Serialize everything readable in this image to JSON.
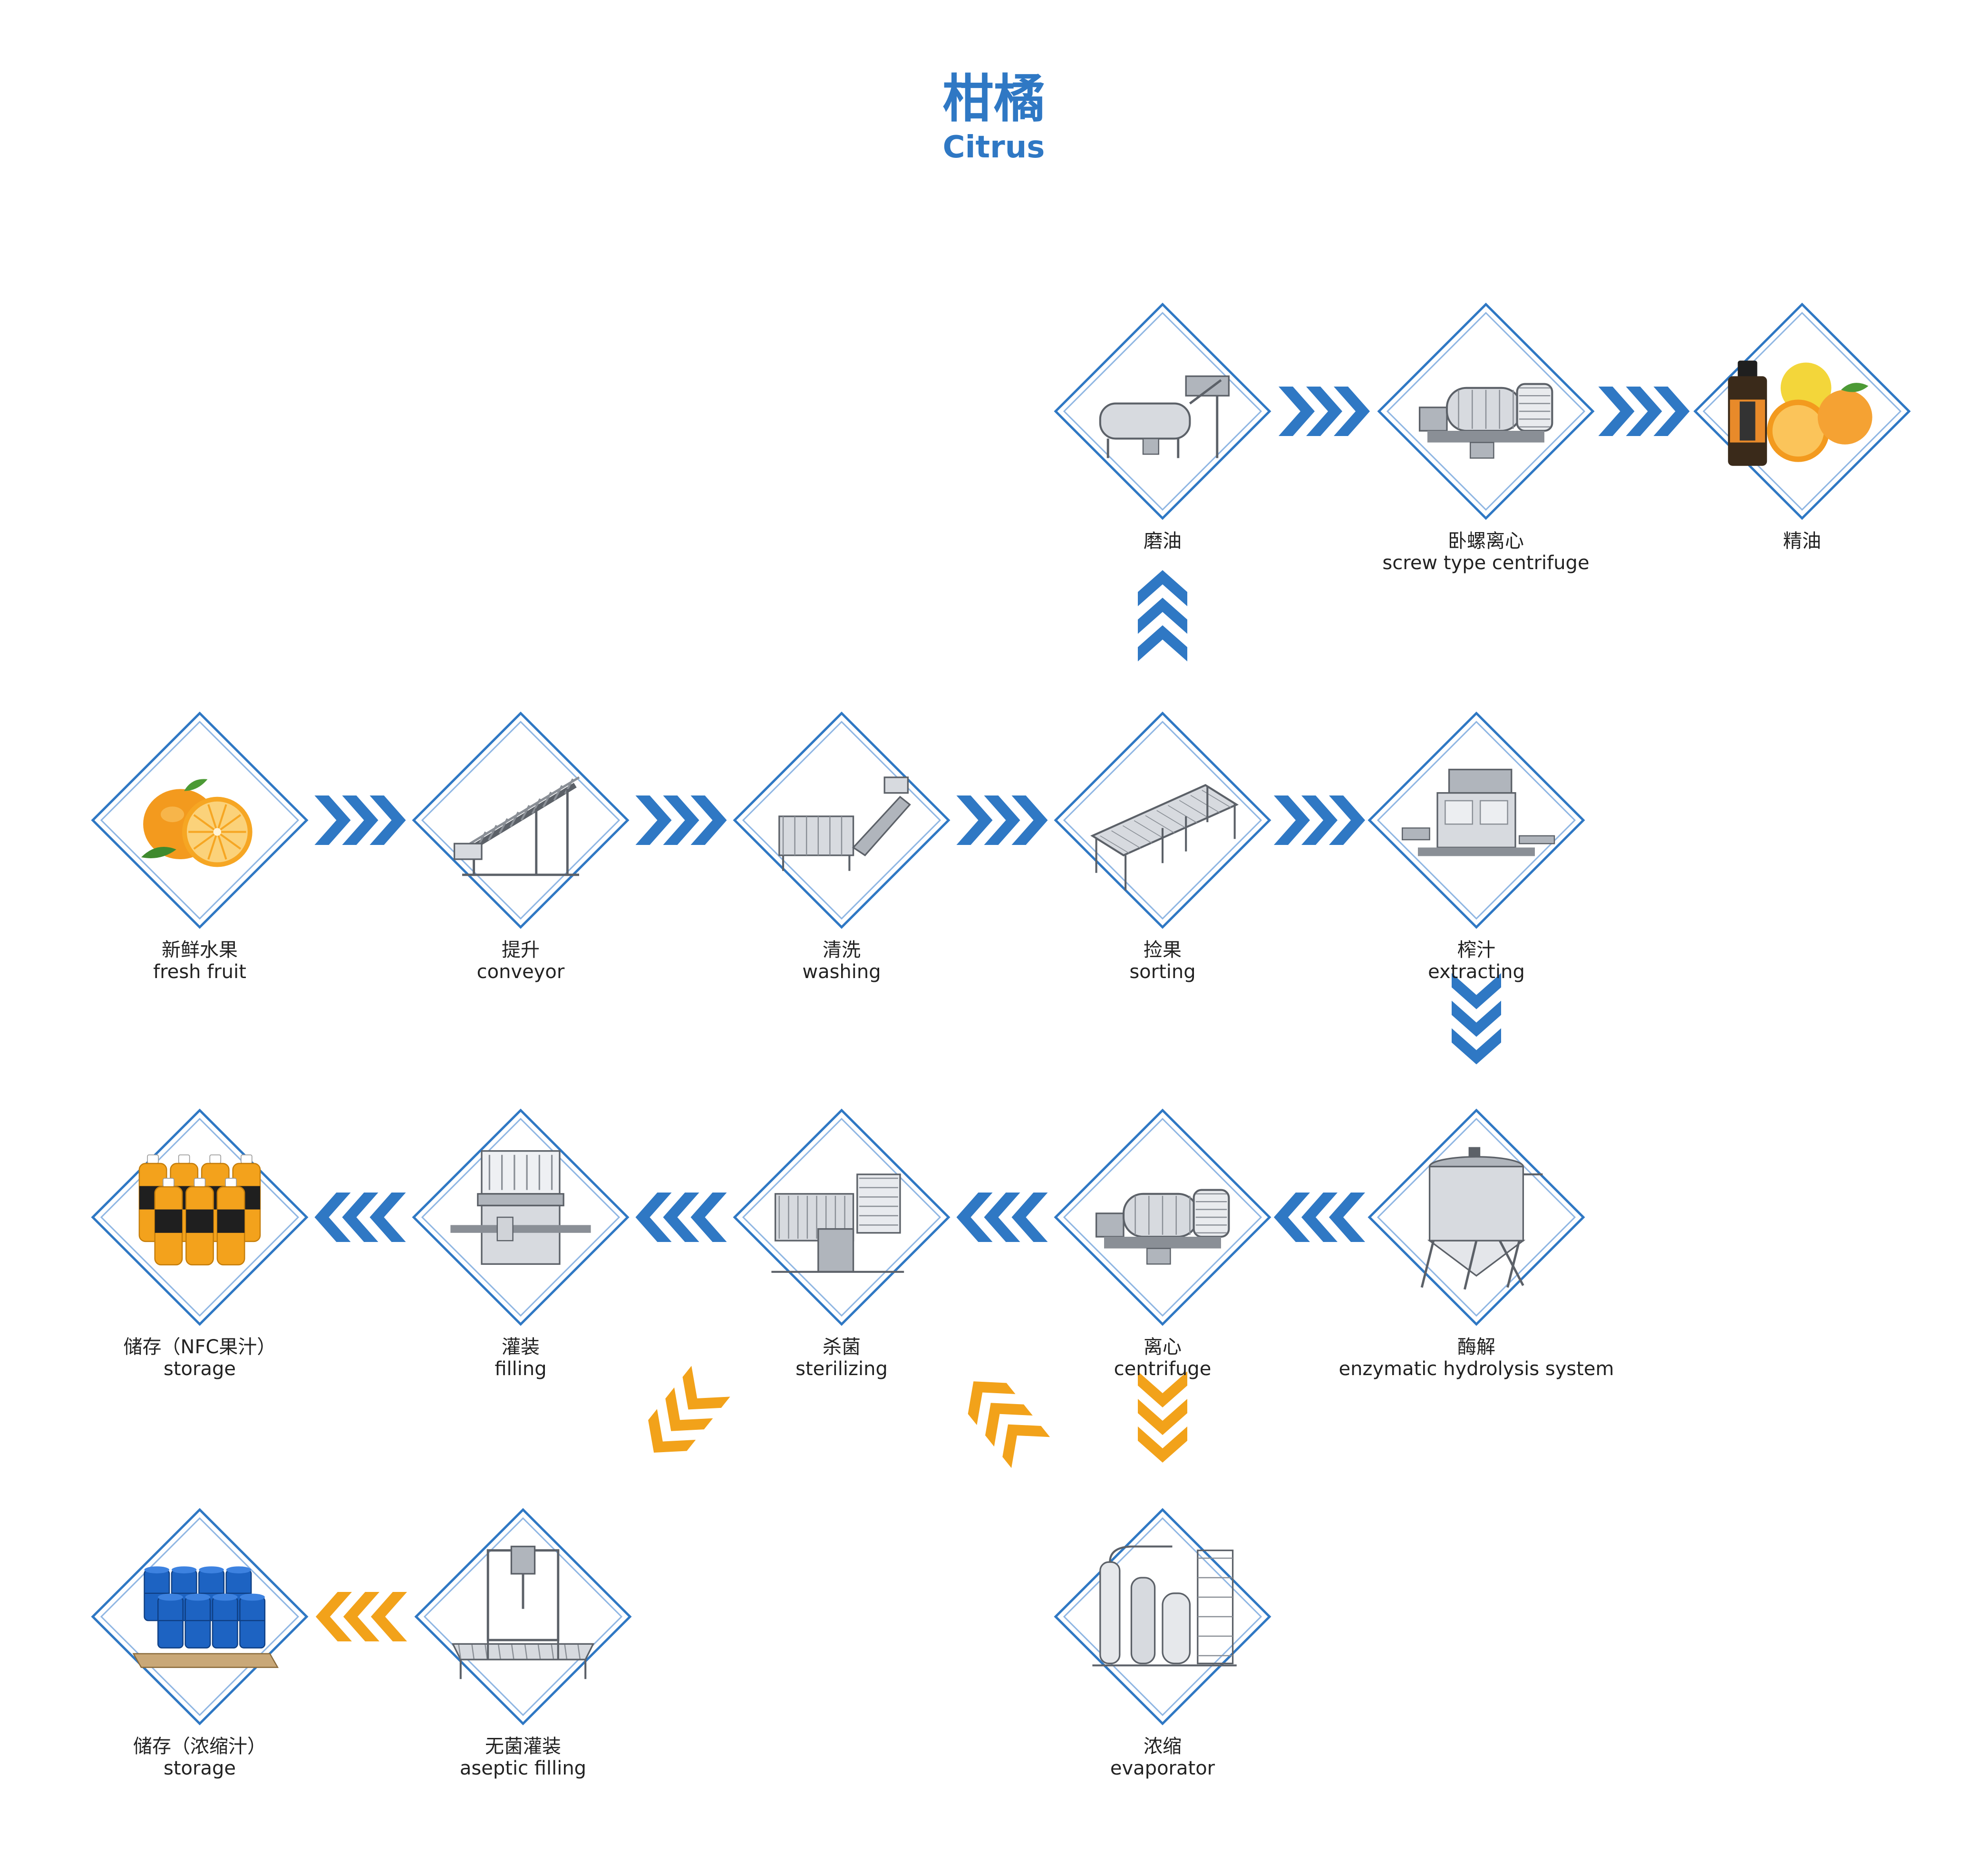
{
  "title": {
    "zh": "柑橘",
    "en": "Citrus"
  },
  "colors": {
    "accent_blue": "#2f78c4",
    "accent_orange": "#f2a21a",
    "node_border": "#2f78c4"
  },
  "steps": [
    {
      "id": "fresh-fruit",
      "zh": "新鲜水果",
      "en": "fresh fruit",
      "icon": "orange-fruit-icon"
    },
    {
      "id": "conveyor",
      "zh": "提升",
      "en": "conveyor",
      "icon": "conveyor-icon"
    },
    {
      "id": "washing",
      "zh": "清洗",
      "en": "washing",
      "icon": "washing-machine-icon"
    },
    {
      "id": "sorting",
      "zh": "捡果",
      "en": "sorting",
      "icon": "sorting-table-icon"
    },
    {
      "id": "extracting",
      "zh": "榨汁",
      "en": "extracting",
      "icon": "extractor-icon"
    },
    {
      "id": "oil-grinding",
      "zh": "磨油",
      "en": "",
      "icon": "oil-grinder-icon"
    },
    {
      "id": "screw-centrifuge",
      "zh": "卧螺离心",
      "en": "screw type centrifuge",
      "icon": "screw-centrifuge-icon"
    },
    {
      "id": "essential-oil",
      "zh": "精油",
      "en": "",
      "icon": "essential-oil-icon"
    },
    {
      "id": "enzymatic",
      "zh": "酶解",
      "en": "enzymatic hydrolysis system",
      "icon": "enzyme-tank-icon"
    },
    {
      "id": "centrifuge",
      "zh": "离心",
      "en": "centrifuge",
      "icon": "centrifuge-icon"
    },
    {
      "id": "sterilizing",
      "zh": "杀菌",
      "en": "sterilizing",
      "icon": "sterilizer-icon"
    },
    {
      "id": "filling",
      "zh": "灌装",
      "en": "filling",
      "icon": "filling-machine-icon"
    },
    {
      "id": "nfc-storage",
      "zh": "储存（NFC果汁）",
      "en": "storage",
      "icon": "nfc-bottles-icon"
    },
    {
      "id": "evaporator",
      "zh": "浓缩",
      "en": "evaporator",
      "icon": "evaporator-icon"
    },
    {
      "id": "aseptic-filling",
      "zh": "无菌灌装",
      "en": "aseptic filling",
      "icon": "aseptic-filler-icon"
    },
    {
      "id": "concentrate-storage",
      "zh": "储存（浓缩汁）",
      "en": "storage",
      "icon": "drums-icon"
    }
  ],
  "edges": [
    {
      "from": "fresh-fruit",
      "to": "conveyor",
      "color": "blue"
    },
    {
      "from": "conveyor",
      "to": "washing",
      "color": "blue"
    },
    {
      "from": "washing",
      "to": "sorting",
      "color": "blue"
    },
    {
      "from": "sorting",
      "to": "extracting",
      "color": "blue"
    },
    {
      "from": "sorting",
      "to": "oil-grinding",
      "color": "blue"
    },
    {
      "from": "oil-grinding",
      "to": "screw-centrifuge",
      "color": "blue"
    },
    {
      "from": "screw-centrifuge",
      "to": "essential-oil",
      "color": "blue"
    },
    {
      "from": "extracting",
      "to": "enzymatic",
      "color": "blue"
    },
    {
      "from": "enzymatic",
      "to": "centrifuge",
      "color": "blue"
    },
    {
      "from": "centrifuge",
      "to": "sterilizing",
      "color": "blue"
    },
    {
      "from": "sterilizing",
      "to": "filling",
      "color": "blue"
    },
    {
      "from": "filling",
      "to": "nfc-storage",
      "color": "blue"
    },
    {
      "from": "centrifuge",
      "to": "evaporator",
      "color": "orange"
    },
    {
      "from": "evaporator",
      "to": "sterilizing",
      "color": "orange"
    },
    {
      "from": "sterilizing",
      "to": "aseptic-filling",
      "color": "orange"
    },
    {
      "from": "aseptic-filling",
      "to": "concentrate-storage",
      "color": "orange"
    }
  ]
}
